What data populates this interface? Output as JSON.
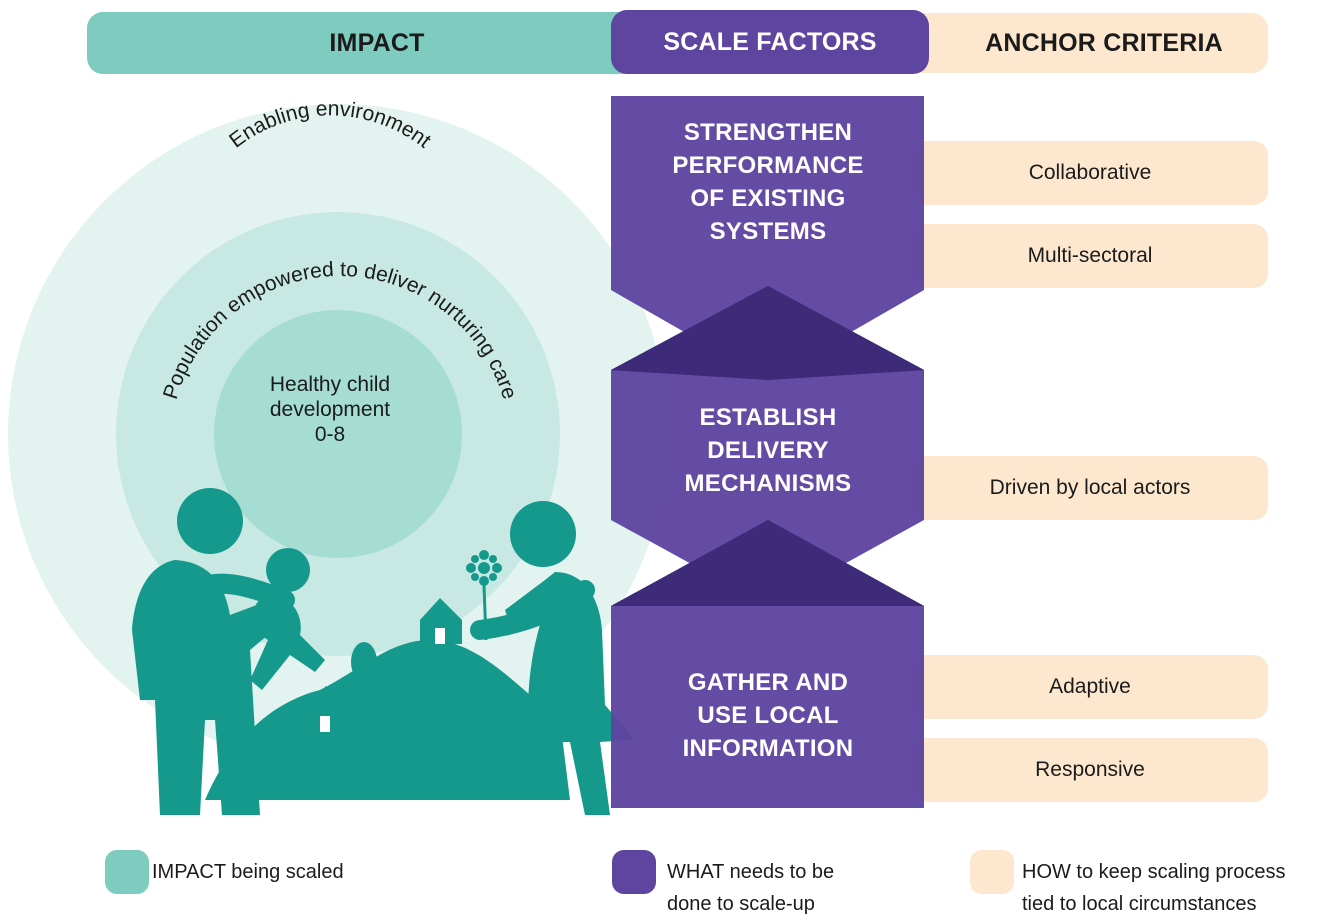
{
  "headers": {
    "impact": "IMPACT",
    "scale_factors": "SCALE FACTORS",
    "anchor_criteria": "ANCHOR CRITERIA"
  },
  "impact_circles": {
    "outer": "Enabling environment",
    "middle": "Population empowered to deliver nurturing care",
    "center": "Healthy child\ndevelopment\n0-8"
  },
  "scale_factors": [
    "STRENGTHEN\nPERFORMANCE\nOF EXISTING\nSYSTEMS",
    "ESTABLISH\nDELIVERY\nMECHANISMS",
    "GATHER AND\nUSE LOCAL\nINFORMATION"
  ],
  "anchor_criteria": [
    "Collaborative",
    "Multi-sectoral",
    "Driven by local actors",
    "Adaptive",
    "Responsive"
  ],
  "legend": {
    "impact": "IMPACT being scaled",
    "scale": "WHAT needs to be\ndone to scale-up",
    "anchor": "HOW to keep scaling process\ntied to local circumstances"
  },
  "colors": {
    "impact_teal": "#7ecbbf",
    "figure_teal": "#14998c",
    "scale_purple": "#5e45a0",
    "overlap_purple": "#3d2a78",
    "anchor_peach": "#fde8cf"
  },
  "icons": {
    "figures": "family-with-child-and-flower-icon",
    "houses": "house-icon"
  }
}
